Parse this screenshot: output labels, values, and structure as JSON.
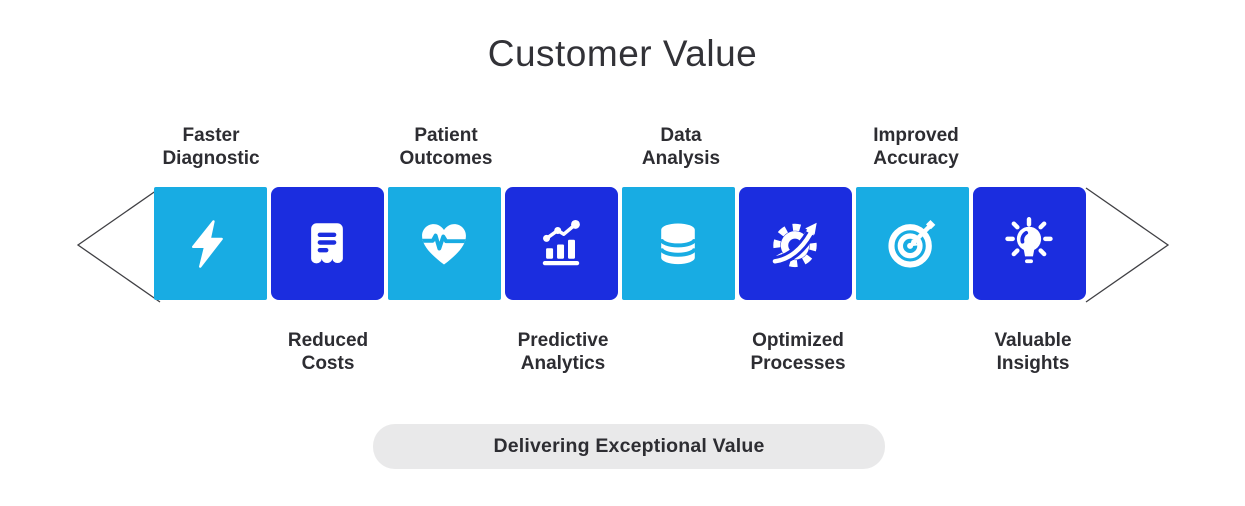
{
  "title": "Customer Value",
  "colors": {
    "cyan": "#18ACE3",
    "blue": "#1B2DDF",
    "text": "#2D2D32",
    "title_color": "#323237",
    "banner_bg": "#E9E9EA",
    "arrow": "#2B2B30",
    "icon": "#FFFFFF"
  },
  "items": [
    {
      "icon": "lightning-bolt-icon",
      "color": "cyan",
      "label_position": "top",
      "lines": [
        "Faster",
        "Diagnostic"
      ]
    },
    {
      "icon": "receipt-icon",
      "color": "blue",
      "label_position": "bottom",
      "lines": [
        "Reduced",
        "Costs"
      ]
    },
    {
      "icon": "heart-pulse-icon",
      "color": "cyan",
      "label_position": "top",
      "lines": [
        "Patient",
        "Outcomes"
      ]
    },
    {
      "icon": "bar-chart-icon",
      "color": "blue",
      "label_position": "bottom",
      "lines": [
        "Predictive",
        "Analytics"
      ]
    },
    {
      "icon": "database-icon",
      "color": "cyan",
      "label_position": "top",
      "lines": [
        "Data",
        "Analysis"
      ]
    },
    {
      "icon": "gear-arrow-icon",
      "color": "blue",
      "label_position": "bottom",
      "lines": [
        "Optimized",
        "Processes"
      ]
    },
    {
      "icon": "target-icon",
      "color": "cyan",
      "label_position": "top",
      "lines": [
        "Improved",
        "Accuracy"
      ]
    },
    {
      "icon": "lightbulb-icon",
      "color": "blue",
      "label_position": "bottom",
      "lines": [
        "Valuable",
        "Insights"
      ]
    }
  ],
  "banner": {
    "label": "Delivering Exceptional Value"
  }
}
